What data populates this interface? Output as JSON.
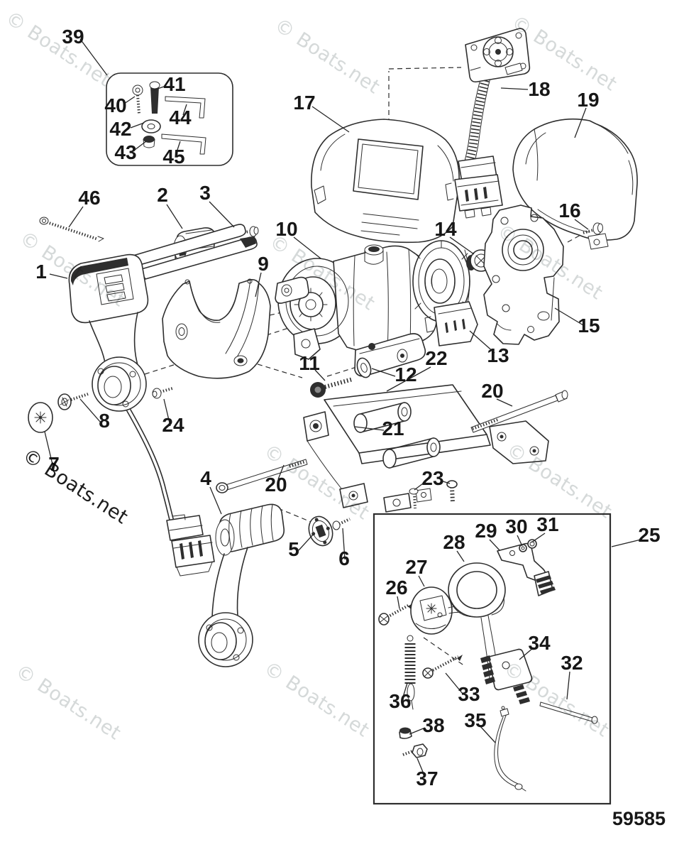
{
  "watermark": {
    "text": "© Boats.net",
    "light_color": "#d3d7d7",
    "dark_color": "#1c1c1c"
  },
  "diagram_number": "59585",
  "colors": {
    "line": "#2e2e2e",
    "label": "#171717",
    "background": "#ffffff"
  },
  "labels": {
    "n1": "1",
    "n2": "2",
    "n3": "3",
    "n4": "4",
    "n5": "5",
    "n6": "6",
    "n7": "7",
    "n8": "8",
    "n9": "9",
    "n10": "10",
    "n11": "11",
    "n12": "12",
    "n13": "13",
    "n14": "14",
    "n15": "15",
    "n16": "16",
    "n17": "17",
    "n18": "18",
    "n19": "19",
    "n20": "20",
    "n21": "21",
    "n22": "22",
    "n23": "23",
    "n24": "24",
    "n25": "25",
    "n26": "26",
    "n27": "27",
    "n28": "28",
    "n29": "29",
    "n30": "30",
    "n31": "31",
    "n32": "32",
    "n33": "33",
    "n34": "34",
    "n35": "35",
    "n36": "36",
    "n37": "37",
    "n38": "38",
    "n39": "39",
    "n40": "40",
    "n41": "41",
    "n42": "42",
    "n43": "43",
    "n44": "44",
    "n45": "45",
    "n46": "46"
  }
}
